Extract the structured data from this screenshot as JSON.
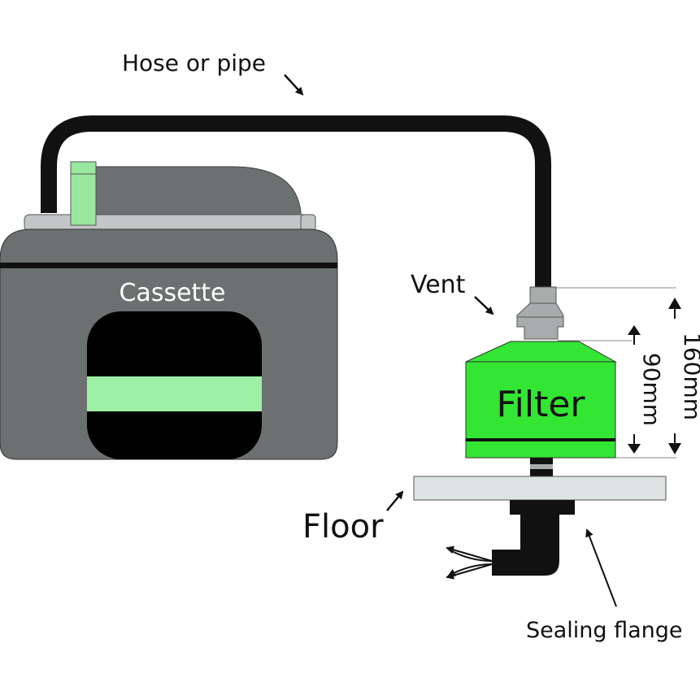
{
  "labels": {
    "hose": "Hose or pipe",
    "cassette": "Cassette",
    "vent": "Vent",
    "filter": "Filter",
    "floor": "Floor",
    "sealing_flange": "Sealing flange",
    "dim_90": "90mm",
    "dim_160": "160mm"
  },
  "colors": {
    "cassette_body": "#6d7070",
    "cassette_dark": "#000000",
    "cassette_band": "#9ef0a6",
    "cap_green": "#9ae7a0",
    "filter_green": "#33e633",
    "vent_grey": "#a9acac",
    "floor": "#e0e3e3",
    "hose": "#111111"
  }
}
